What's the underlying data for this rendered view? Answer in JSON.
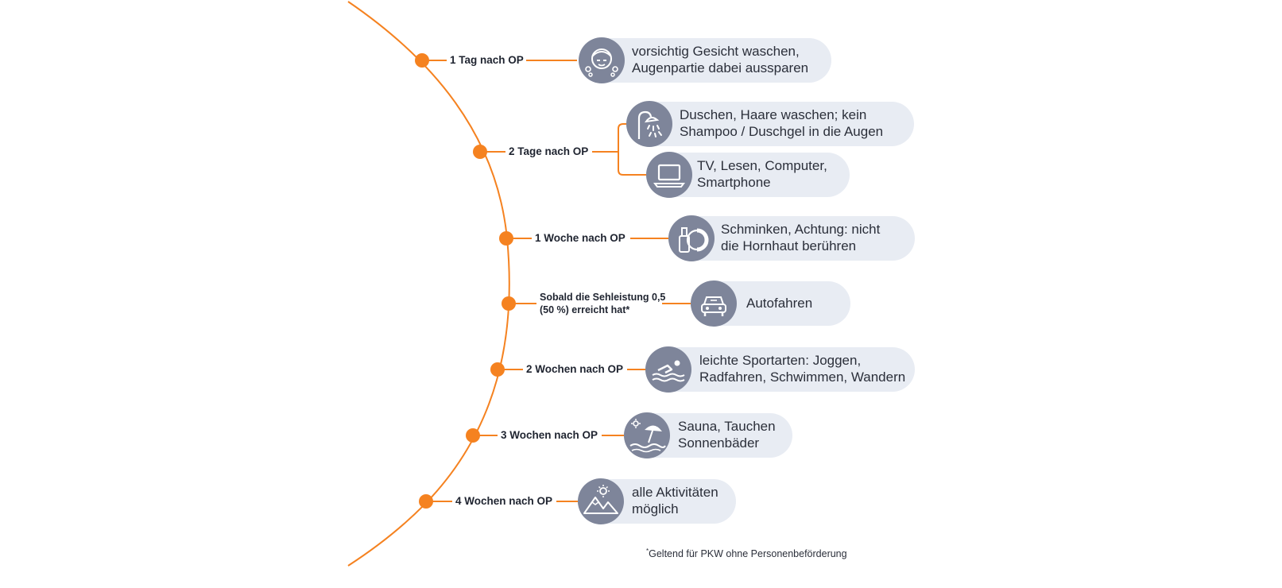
{
  "steps": [
    {
      "label": "1 Tag nach OP",
      "activities": [
        {
          "icon": "face-wash-icon",
          "text": "vorsichtig Gesicht waschen,\nAugenpartie dabei aussparen"
        }
      ]
    },
    {
      "label": "2 Tage nach OP",
      "activities": [
        {
          "icon": "shower-icon",
          "text": "Duschen, Haare waschen; kein\nShampoo / Duschgel in die Augen"
        },
        {
          "icon": "laptop-icon",
          "text": "TV, Lesen, Computer,\nSmartphone"
        }
      ]
    },
    {
      "label": "1 Woche nach OP",
      "activities": [
        {
          "icon": "makeup-icon",
          "text": "Schminken, Achtung: nicht\ndie Hornhaut berühren"
        }
      ]
    },
    {
      "label": "Sobald die Sehleistung 0,5 (50 %) erreicht hat*",
      "activities": [
        {
          "icon": "car-icon",
          "text": "Autofahren"
        }
      ]
    },
    {
      "label": "2 Wochen nach OP",
      "activities": [
        {
          "icon": "swimmer-icon",
          "text": "leichte Sportarten: Joggen,\nRadfahren, Schwimmen, Wandern"
        }
      ]
    },
    {
      "label": "3 Wochen nach OP",
      "activities": [
        {
          "icon": "beach-umbrella-icon",
          "text": "Sauna, Tauchen\nSonnenbäder"
        }
      ]
    },
    {
      "label": "4 Wochen nach OP",
      "activities": [
        {
          "icon": "mountains-sun-icon",
          "text": "alle Aktivitäten\nmöglich"
        }
      ]
    }
  ],
  "footnote": "Geltend für PKW ohne Personenbeförderung",
  "footnote_marker": "*",
  "colors": {
    "accent": "#f58220",
    "icon_circle": "#7e859a",
    "pill": "#e8ecf3",
    "text": "#2b2f3a"
  }
}
